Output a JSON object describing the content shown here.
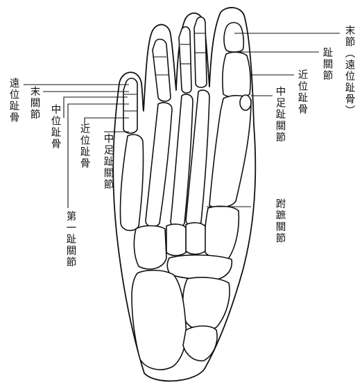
{
  "labels": {
    "distal_phalanx": "末節（遠位趾骨）",
    "ip_joint": "趾關節",
    "proximal_phalanx_right": "近位趾骨",
    "mt_joint_right": "中足趾關節",
    "tmt_joint": "跗蹠關節",
    "distal_phalanx_left": "遠位趾骨",
    "dip_joint": "末關節",
    "middle_phalanx": "中位趾骨",
    "proximal_phalanx_left": "近位趾骨",
    "mt_joint_left": "中足趾關節",
    "first_ip_joint": "第一趾關節"
  }
}
